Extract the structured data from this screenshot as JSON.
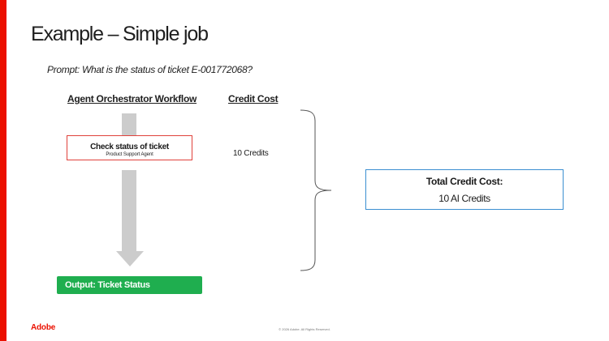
{
  "slide": {
    "title": "Example – Simple job",
    "prompt": "Prompt: What is the status of ticket E-001772068?",
    "columns": {
      "workflow": "Agent Orchestrator Workflow",
      "credit": "Credit Cost"
    },
    "step": {
      "title": "Check status of ticket",
      "subtitle": "Product Support Agent",
      "credits": "10 Credits"
    },
    "output": "Output: Ticket Status",
    "total": {
      "title": "Total Credit Cost:",
      "value": "10 AI Credits"
    },
    "footer": {
      "logo": "Adobe",
      "copyright": "© 2026 Adobe. All Rights Reserved."
    }
  },
  "colors": {
    "brand_red": "#eb1000",
    "step_border": "#e0413b",
    "output_green": "#1fae4f",
    "total_border": "#3b8fd1",
    "arrow_gray": "#cccccc"
  }
}
